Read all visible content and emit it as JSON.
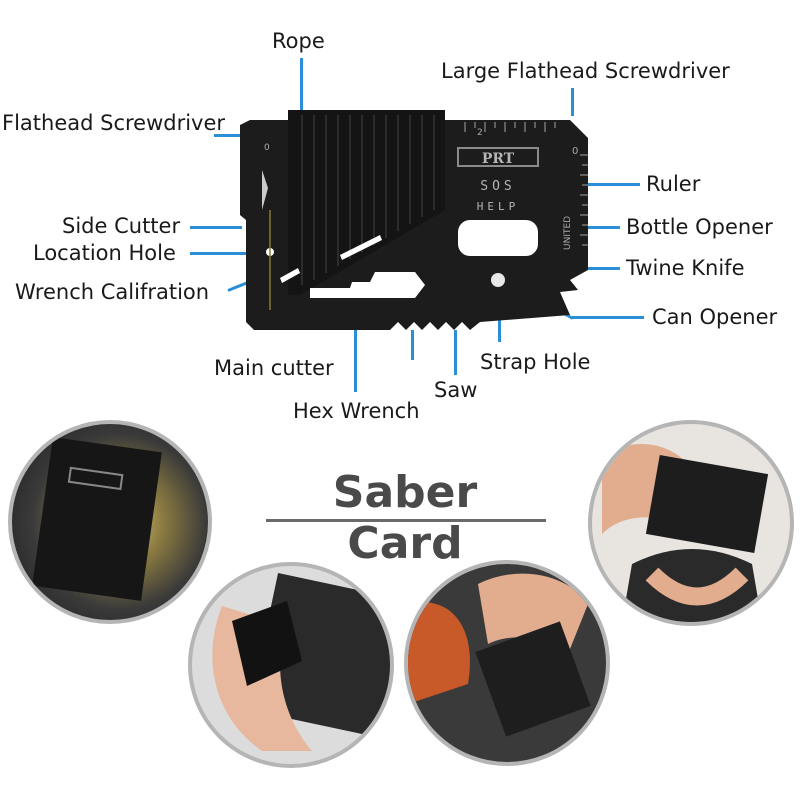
{
  "labels": {
    "rope": "Rope",
    "large_flathead": "Large Flathead Screwdriver",
    "flathead": "Flathead Screwdriver",
    "ruler": "Ruler",
    "side_cutter": "Side Cutter",
    "bottle_opener": "Bottle Opener",
    "location_hole": "Location Hole",
    "twine_knife": "Twine Knife",
    "wrench_califration": "Wrench Califration",
    "can_opener": "Can Opener",
    "main_cutter": "Main cutter",
    "strap_hole": "Strap Hole",
    "saw": "Saw",
    "hex_wrench": "Hex Wrench"
  },
  "card": {
    "brand": "PRT",
    "sos": "SOS",
    "help": "HELP",
    "united": "UNITED",
    "ruler_zero": "0",
    "ruler_two": "2"
  },
  "title": "Saber Card",
  "colors": {
    "leader_line": "#2a8fd6",
    "card": "#1c1c1c",
    "title": "#4a4a4a"
  }
}
